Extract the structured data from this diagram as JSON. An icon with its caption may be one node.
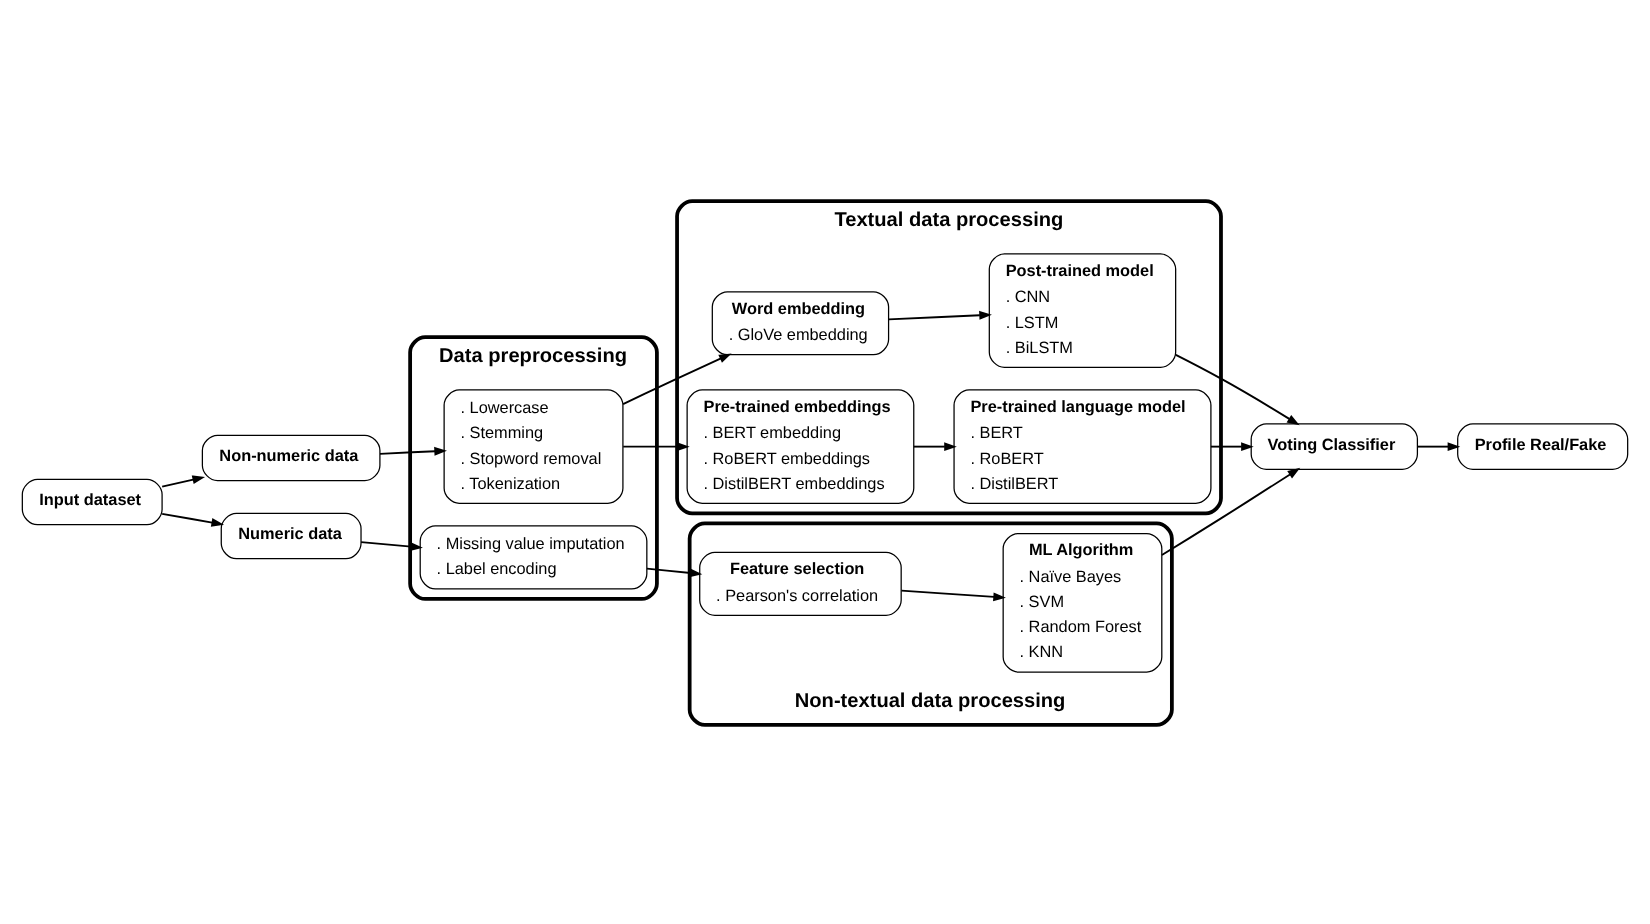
{
  "diagram": {
    "nodes": [
      {
        "text": [
          "Input dataset"
        ]
      },
      {
        "text": [
          "Non-numeric data"
        ]
      },
      {
        "text": [
          "Numeric data"
        ]
      },
      {
        "text": [
          "Data preprocessing"
        ]
      },
      {
        "text": [
          ". Lowercase",
          ". Stemming",
          ". Stopword removal",
          ". Tokenization"
        ],
        "in": 3
      },
      {
        "text": [
          ". Missing value imputation",
          ". Label encoding"
        ],
        "in": 3
      },
      {
        "text": [
          "Textual data processing"
        ]
      },
      {
        "text": [
          "Word embedding",
          ". GloVe embedding"
        ],
        "in": 6
      },
      {
        "text": [
          "Post-trained model",
          ". CNN",
          ". LSTM",
          ". BiLSTM"
        ],
        "in": 6
      },
      {
        "text": [
          "Pre-trained embeddings",
          ". BERT embedding",
          ". RoBERT embeddings",
          ". DistilBERT embeddings"
        ],
        "in": 6
      },
      {
        "text": [
          "Pre-trained language model",
          ". BERT",
          ". RoBERT",
          ". DistilBERT"
        ],
        "in": 6
      },
      {
        "text": [
          "Non-textual data processing"
        ]
      },
      {
        "text": [
          "Feature selection",
          ". Pearson's correlation"
        ],
        "in": 11
      },
      {
        "text": [
          "ML Algorithm",
          ". Naïve Bayes",
          ". SVM",
          ". Random Forest",
          ". KNN"
        ],
        "in": 11
      },
      {
        "text": [
          "Voting Classifier"
        ]
      },
      {
        "text": [
          "Profile Real/Fake"
        ]
      }
    ],
    "edges": [
      {
        "from": 0,
        "to": 1,
        "arrow": "to"
      },
      {
        "from": 0,
        "to": 2,
        "arrow": "to"
      },
      {
        "from": 1,
        "to": 4,
        "arrow": "to"
      },
      {
        "from": 2,
        "to": 5,
        "arrow": "to"
      },
      {
        "from": 4,
        "to": 7,
        "arrow": "to"
      },
      {
        "from": 4,
        "to": 9,
        "arrow": "to"
      },
      {
        "from": 7,
        "to": 8,
        "arrow": "to"
      },
      {
        "from": 9,
        "to": 10,
        "arrow": "to"
      },
      {
        "from": 5,
        "to": 12,
        "arrow": "to"
      },
      {
        "from": 12,
        "to": 13,
        "arrow": "to"
      },
      {
        "from": 8,
        "to": 14,
        "arrow": "to"
      },
      {
        "from": 10,
        "to": 14,
        "arrow": "to"
      },
      {
        "from": 13,
        "to": 14,
        "arrow": "to"
      },
      {
        "from": 14,
        "to": 15,
        "arrow": "to"
      }
    ]
  }
}
